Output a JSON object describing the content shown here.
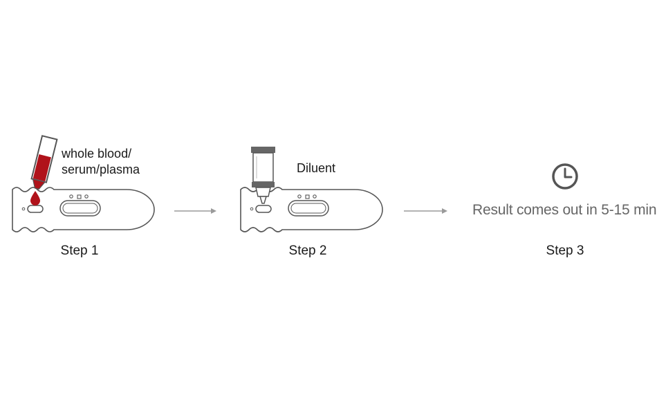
{
  "steps": [
    {
      "label": "Step 1",
      "sample_label_line1": "whole blood/",
      "sample_label_line2": "serum/plasma"
    },
    {
      "label": "Step 2",
      "reagent_label": "Diluent"
    },
    {
      "label": "Step 3",
      "result_text": "Result comes out in 5-15 min"
    }
  ],
  "colors": {
    "blood": "#b0121a",
    "outline": "#555555",
    "arrow": "#9a9a9a",
    "clock": "#555555",
    "cap": "#666666"
  }
}
